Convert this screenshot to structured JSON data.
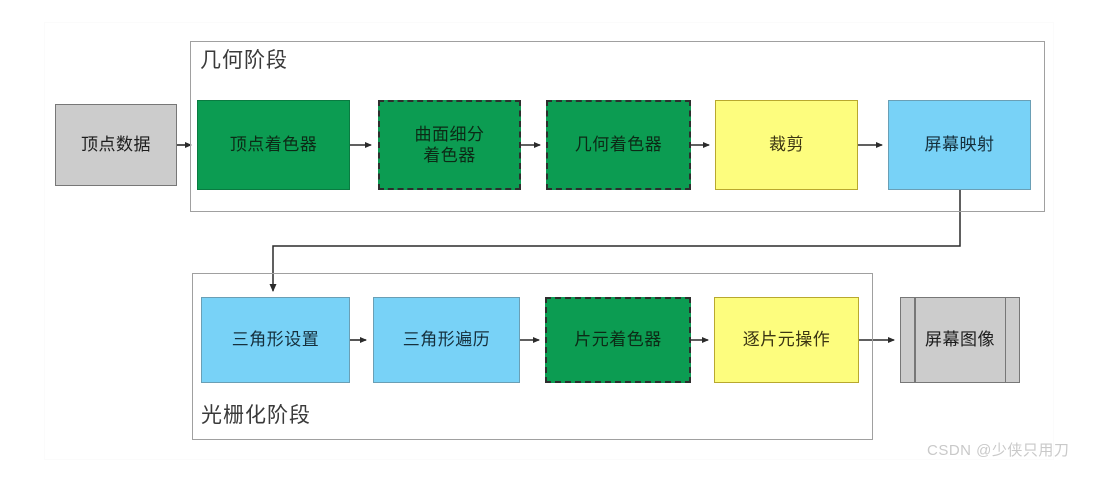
{
  "diagram": {
    "title_present": false,
    "watermark": "CSDN @少侠只用刀",
    "colors": {
      "green": "#0c9c52",
      "blue": "#78d2f7",
      "yellow": "#fdfd7e",
      "gray": "#cccccc",
      "container_border": "#a0a0a0",
      "connector": "#4a4a4a"
    },
    "stages": [
      {
        "id": "geometry",
        "label": "几何阶段"
      },
      {
        "id": "rasterization",
        "label": "光栅化阶段"
      }
    ],
    "nodes": [
      {
        "id": "vertex-data",
        "label": "顶点数据",
        "style": "gray",
        "shape": "rect",
        "row": "input"
      },
      {
        "id": "vertex-shader",
        "label": "顶点着色器",
        "style": "green",
        "shape": "rect",
        "row": "geometry"
      },
      {
        "id": "tessellation-shader",
        "label": "曲面细分\n着色器",
        "line1": "曲面细分",
        "line2": "着色器",
        "style": "green-dashed",
        "shape": "rect",
        "row": "geometry"
      },
      {
        "id": "geometry-shader",
        "label": "几何着色器",
        "style": "green-dashed",
        "shape": "rect",
        "row": "geometry"
      },
      {
        "id": "clipping",
        "label": "裁剪",
        "style": "yellow",
        "shape": "rect",
        "row": "geometry"
      },
      {
        "id": "screen-mapping",
        "label": "屏幕映射",
        "style": "blue",
        "shape": "rect",
        "row": "geometry"
      },
      {
        "id": "triangle-setup",
        "label": "三角形设置",
        "style": "blue",
        "shape": "rect",
        "row": "rasterization"
      },
      {
        "id": "triangle-traversal",
        "label": "三角形遍历",
        "style": "blue",
        "shape": "rect",
        "row": "rasterization"
      },
      {
        "id": "fragment-shader",
        "label": "片元着色器",
        "style": "green-dashed",
        "shape": "rect",
        "row": "rasterization"
      },
      {
        "id": "per-fragment-ops",
        "label": "逐片元操作",
        "style": "yellow",
        "shape": "rect",
        "row": "rasterization"
      },
      {
        "id": "screen-image",
        "label": "屏幕图像",
        "style": "gray",
        "shape": "predefined",
        "row": "output"
      }
    ],
    "edges": [
      {
        "from": "vertex-data",
        "to": "vertex-shader",
        "type": "straight"
      },
      {
        "from": "vertex-shader",
        "to": "tessellation-shader",
        "type": "straight"
      },
      {
        "from": "tessellation-shader",
        "to": "geometry-shader",
        "type": "straight"
      },
      {
        "from": "geometry-shader",
        "to": "clipping",
        "type": "straight"
      },
      {
        "from": "clipping",
        "to": "screen-mapping",
        "type": "straight"
      },
      {
        "from": "screen-mapping",
        "to": "triangle-setup",
        "type": "elbow"
      },
      {
        "from": "triangle-setup",
        "to": "triangle-traversal",
        "type": "straight"
      },
      {
        "from": "triangle-traversal",
        "to": "fragment-shader",
        "type": "straight"
      },
      {
        "from": "fragment-shader",
        "to": "per-fragment-ops",
        "type": "straight"
      },
      {
        "from": "per-fragment-ops",
        "to": "screen-image",
        "type": "straight"
      }
    ]
  }
}
